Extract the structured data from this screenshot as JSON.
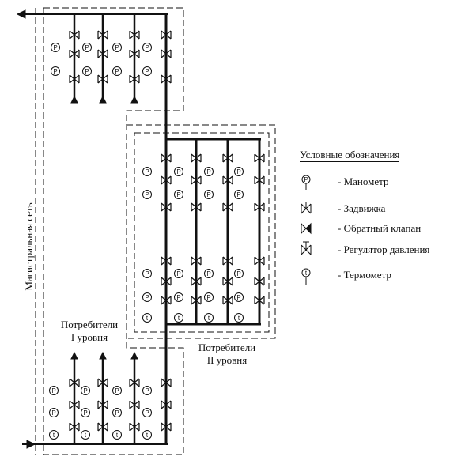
{
  "main_network_label": "Магистральная  сеть",
  "consumers_level_1": [
    "Потребители",
    "I уровня"
  ],
  "consumers_level_2": [
    "Потребители",
    "II уровня"
  ],
  "legend": {
    "title": "Условные обозначения",
    "items": [
      {
        "symbol": "pressure-gauge",
        "label": "- Манометр"
      },
      {
        "symbol": "gate-valve",
        "label": "- Задвижка"
      },
      {
        "symbol": "check-valve",
        "label": "- Обратный клапан"
      },
      {
        "symbol": "pressure-regulator",
        "label": "- Регулятор давления"
      },
      {
        "symbol": "thermometer",
        "label": "- Термометр"
      }
    ]
  },
  "gauge_letter": "P",
  "thermo_letter": "t",
  "line_color": "#111111"
}
